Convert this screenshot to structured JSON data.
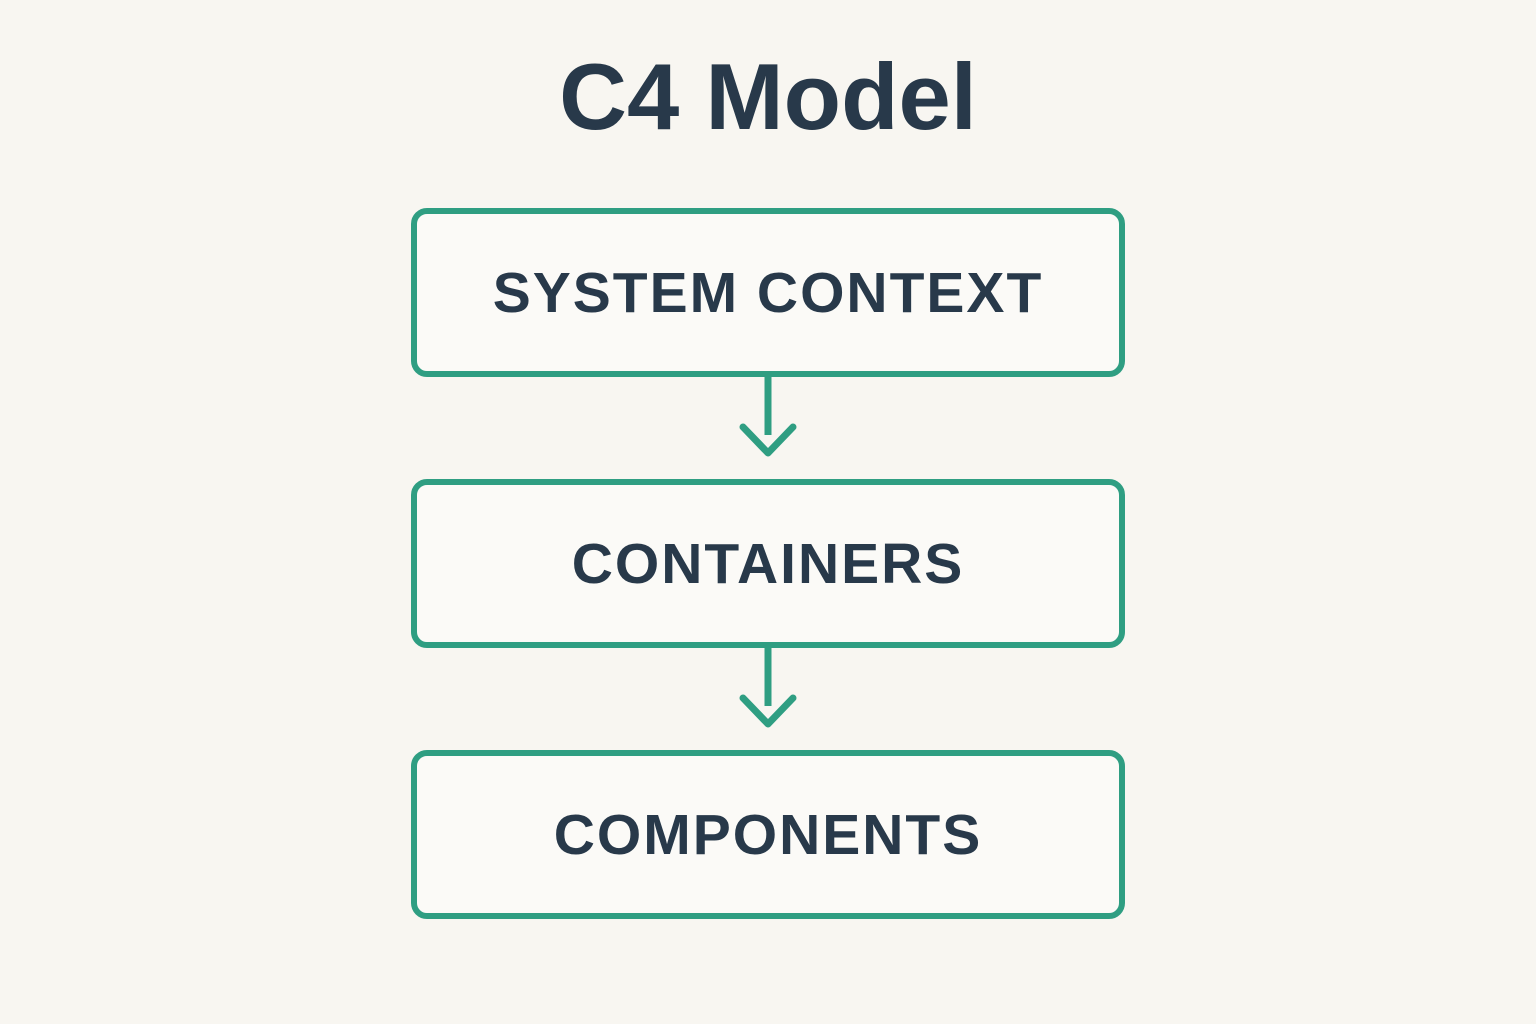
{
  "colors": {
    "background": "#f8f6f1",
    "box_fill": "#fbfaf7",
    "accent_teal": "#2f9e82",
    "text_navy": "#28394a"
  },
  "diagram": {
    "title": "C4 Model",
    "boxes": [
      {
        "label": "SYSTEM CONTEXT"
      },
      {
        "label": "CONTAINERS"
      },
      {
        "label": "COMPONENTS"
      }
    ],
    "arrows": [
      {
        "icon": "down-arrow-icon",
        "from": "SYSTEM CONTEXT",
        "to": "CONTAINERS"
      },
      {
        "icon": "down-arrow-icon",
        "from": "CONTAINERS",
        "to": "COMPONENTS"
      }
    ]
  }
}
